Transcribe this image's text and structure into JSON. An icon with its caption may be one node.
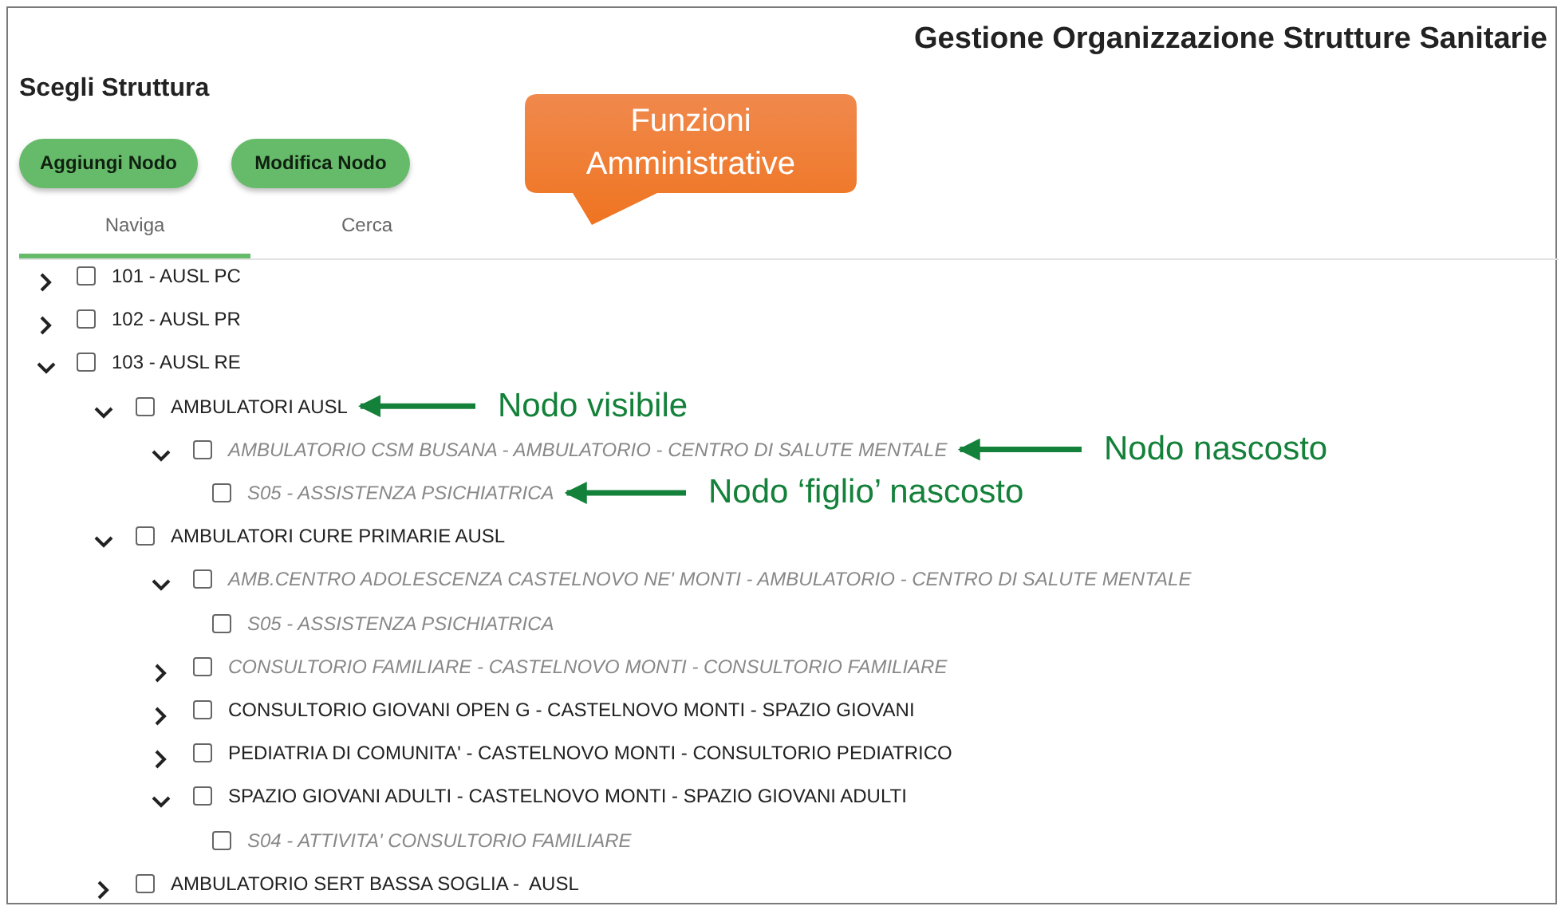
{
  "diagram": {
    "title": "Gestione Organizzazione Strutture Sanitarie",
    "nodes": [
      {
        "text": [
          "Aggiungi Nodo"
        ]
      },
      {
        "text": [
          "Modifica Nodo"
        ]
      },
      {
        "text": [
          "Funzioni Amministrative"
        ]
      },
      {
        "text": [
          "AMBULATORI AUSL"
        ]
      },
      {
        "text": [
          "Nodo visibile"
        ]
      },
      {
        "text": [
          "AMBULATORIO CSM BUSANA - AMBULATORIO - CENTRO DI SALUTE MENTALE"
        ]
      },
      {
        "text": [
          "Nodo nascosto"
        ]
      },
      {
        "text": [
          "S05 - ASSISTENZA PSICHIATRICA"
        ]
      },
      {
        "text": [
          "Nodo ‘figlio’ nascosto"
        ]
      }
    ],
    "edges": [
      {
        "from": 4,
        "to": 3,
        "arrow": "to"
      },
      {
        "from": 6,
        "to": 5,
        "arrow": "to"
      },
      {
        "from": 8,
        "to": 7,
        "arrow": "to"
      }
    ],
    "labels": [
      "Scegli Struttura",
      "Naviga",
      "Cerca",
      "101 - AUSL PC",
      "102 - AUSL PR",
      "103 - AUSL RE",
      "AMBULATORI CURE PRIMARIE AUSL",
      "AMB.CENTRO ADOLESCENZA CASTELNOVO NE' MONTI - AMBULATORIO - CENTRO DI SALUTE MENTALE",
      "S05 - ASSISTENZA PSICHIATRICA",
      "CONSULTORIO FAMILIARE - CASTELNOVO MONTI - CONSULTORIO FAMILIARE",
      "CONSULTORIO GIOVANI OPEN G - CASTELNOVO MONTI - SPAZIO GIOVANI",
      "PEDIATRIA DI COMUNITA' - CASTELNOVO MONTI - CONSULTORIO PEDIATRICO",
      "SPAZIO GIOVANI ADULTI - CASTELNOVO MONTI - SPAZIO GIOVANI ADULTI",
      "S04 - ATTIVITA' CONSULTORIO FAMILIARE",
      "AMBULATORIO SERT BASSA SOGLIA -  AUSL"
    ]
  }
}
